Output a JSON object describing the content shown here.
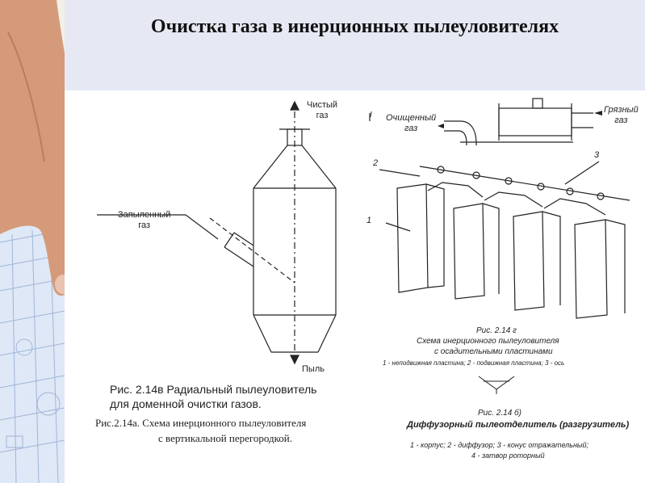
{
  "title": "Очистка газа в инерционных пылеуловителях",
  "left_diagram": {
    "label_clean": "Чистый\nгаз",
    "label_dusty": "Запыленный\nгаз",
    "label_dust": "Пыль",
    "caption_b_line1": "Рис. 2.14в Радиальный пылеуловитель",
    "caption_b_line2": "для доменной очистки газов.",
    "caption_a_line1": "Рис.2.14а. Схема инерционного  пылеуловителя",
    "caption_a_line2": "с вертикальной перегородкой."
  },
  "right_diagram": {
    "label_cleaned": "Очищенный\nгаз",
    "label_dirty": "Грязный\nгаз",
    "num_I": "I",
    "num_1": "1",
    "num_2": "2",
    "num_3": "3",
    "caption_g_num": "Рис. 2.14 г",
    "caption_g_line1": "Схема инерционного пылеуловителя",
    "caption_g_line2": "с осадительными пластинами",
    "caption_g_legend": "1 - неподвижная пластина; 2 - подвижная пластина; 3 - ось",
    "caption_b6_num": "Рис. 2.14 б)",
    "caption_b6_title": "Диффузорный пылеотделитель (разгрузитель)",
    "caption_b6_legend1": "1 - корпус; 2 - диффузор; 3 - конус отражательный;",
    "caption_b6_legend2": "4 - затвор роторный"
  },
  "colors": {
    "title_band": "#e6e9f4",
    "ink": "#222222",
    "skin": "#d49a7a",
    "blueprint": "#9fb5d8"
  }
}
